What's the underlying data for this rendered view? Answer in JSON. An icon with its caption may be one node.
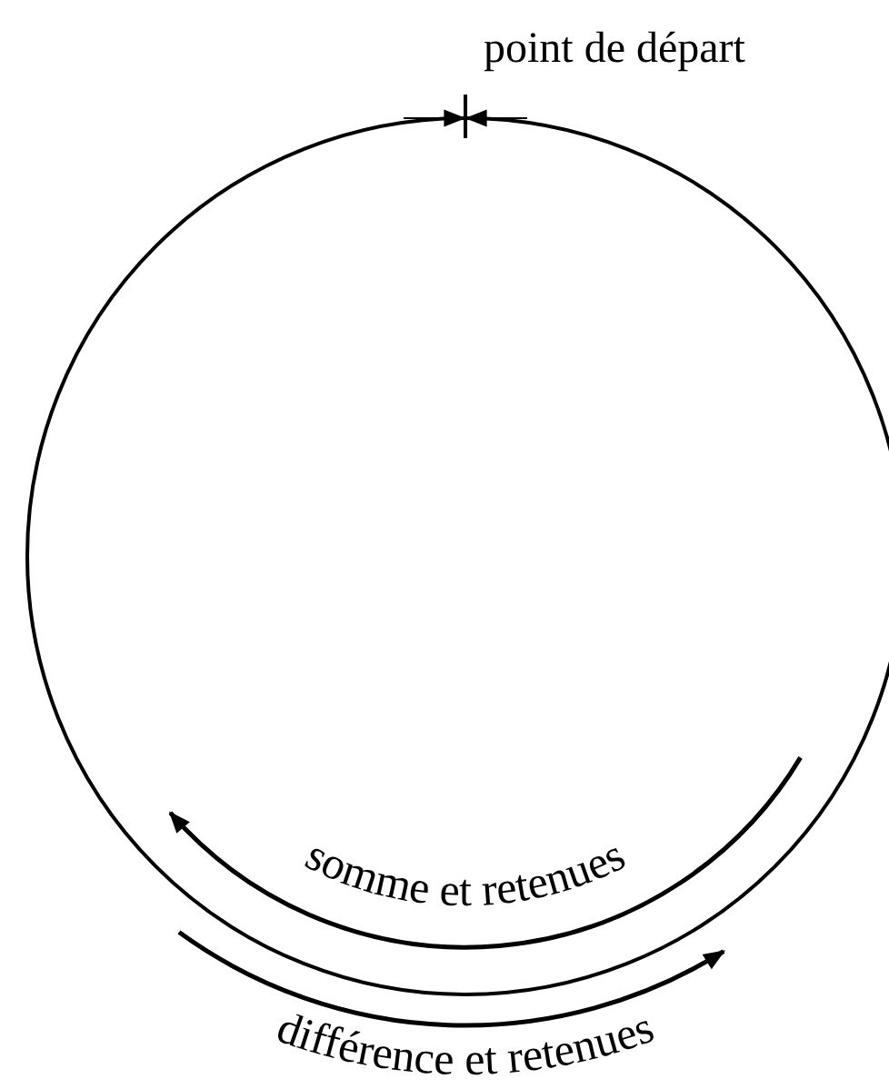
{
  "diagram": {
    "labels": [
      "point de départ",
      "somme et retenues",
      "différence et retenues"
    ]
  }
}
